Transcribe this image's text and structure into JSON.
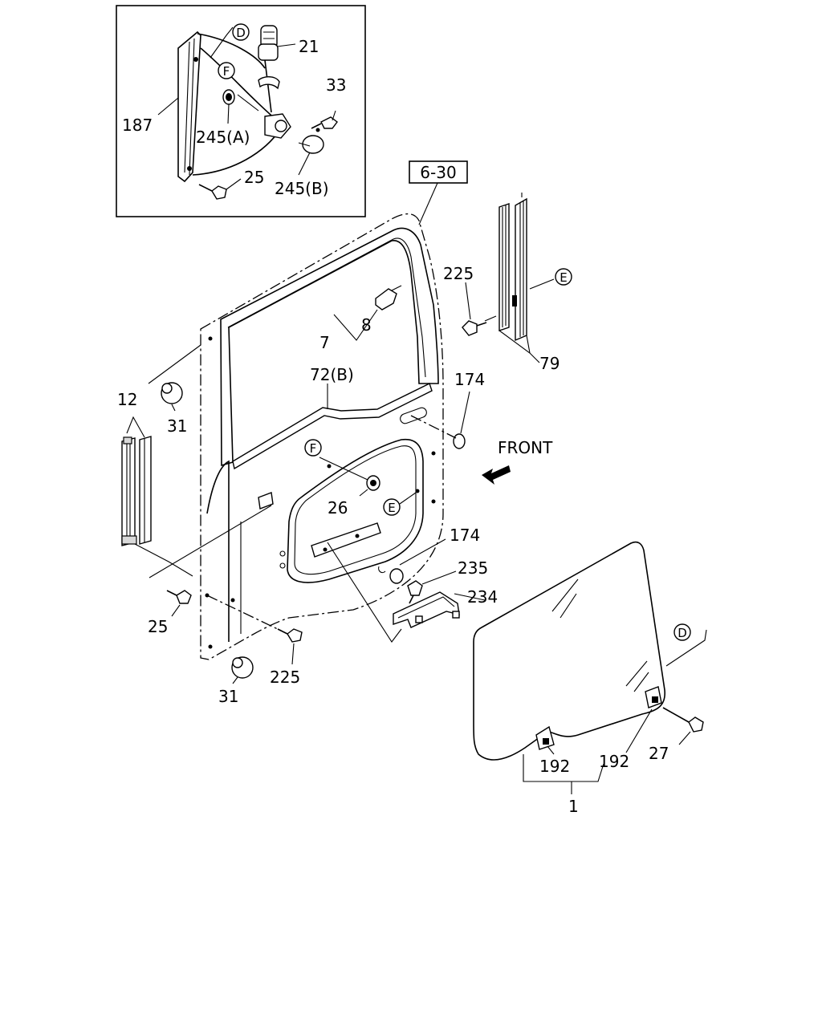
{
  "direction_label": "FRONT",
  "reference_box": "6-30",
  "callouts": {
    "c21": "21",
    "c33": "33",
    "c187": "187",
    "c245a": "245(A)",
    "c245b": "245(B)",
    "c25_inset": "25",
    "c225_top": "225",
    "c79": "79",
    "c8": "8",
    "c7": "7",
    "c72b": "72(B)",
    "c174_top": "174",
    "c12": "12",
    "c31_top": "31",
    "c26": "26",
    "c174_mid": "174",
    "c235": "235",
    "c234": "234",
    "c25_left": "25",
    "c225_bottom": "225",
    "c31_bottom": "31",
    "c192_left": "192",
    "c192_right": "192",
    "c27": "27",
    "c1": "1"
  },
  "markers": {
    "d_inset": "D",
    "f_inset": "F",
    "e_right": "E",
    "f_door": "F",
    "e_door": "E",
    "d_glass": "D"
  }
}
